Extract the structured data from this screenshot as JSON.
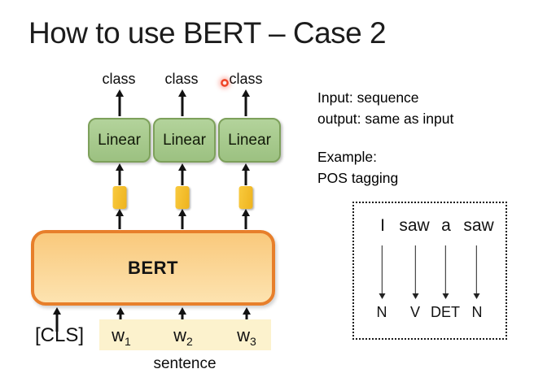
{
  "title": "How to use BERT – Case 2",
  "diagram": {
    "class_labels": [
      "class",
      "class",
      "class"
    ],
    "linear_labels": [
      "Linear",
      "Linear",
      "Linear"
    ],
    "bert_label": "BERT",
    "cls_label": "[CLS]",
    "tokens": [
      {
        "base": "w",
        "sub": "1"
      },
      {
        "base": "w",
        "sub": "2"
      },
      {
        "base": "w",
        "sub": "3"
      }
    ],
    "sentence_label": "sentence"
  },
  "notes": {
    "io_line1": "Input: sequence",
    "io_line2": "output: same as input",
    "example_line1": "Example:",
    "example_line2": "POS tagging"
  },
  "example_box": {
    "words": [
      "I",
      "saw",
      "a",
      "saw"
    ],
    "tags": [
      "N",
      "V",
      "DET",
      "N"
    ]
  },
  "colors": {
    "linear_fill": "#a7cb8e",
    "linear_border": "#7da05b",
    "embedding_fill": "#f2b824",
    "bert_fill": "#fbd18d",
    "bert_border": "#e77f2b",
    "sentence_band": "#fcf2cd",
    "laser_dot": "#ef4123"
  }
}
